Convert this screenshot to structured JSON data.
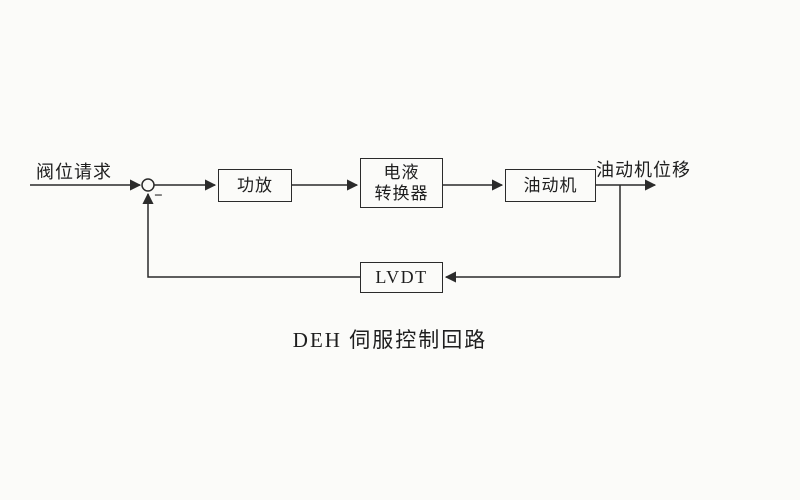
{
  "diagram": {
    "input_label": "阀位请求",
    "output_label": "油动机位移",
    "minus_sign": "−",
    "blocks": {
      "amplifier": "功放",
      "converter_line1": "电液",
      "converter_line2": "转换器",
      "actuator": "油动机",
      "lvdt": "LVDT"
    },
    "caption": "DEH 伺服控制回路"
  }
}
